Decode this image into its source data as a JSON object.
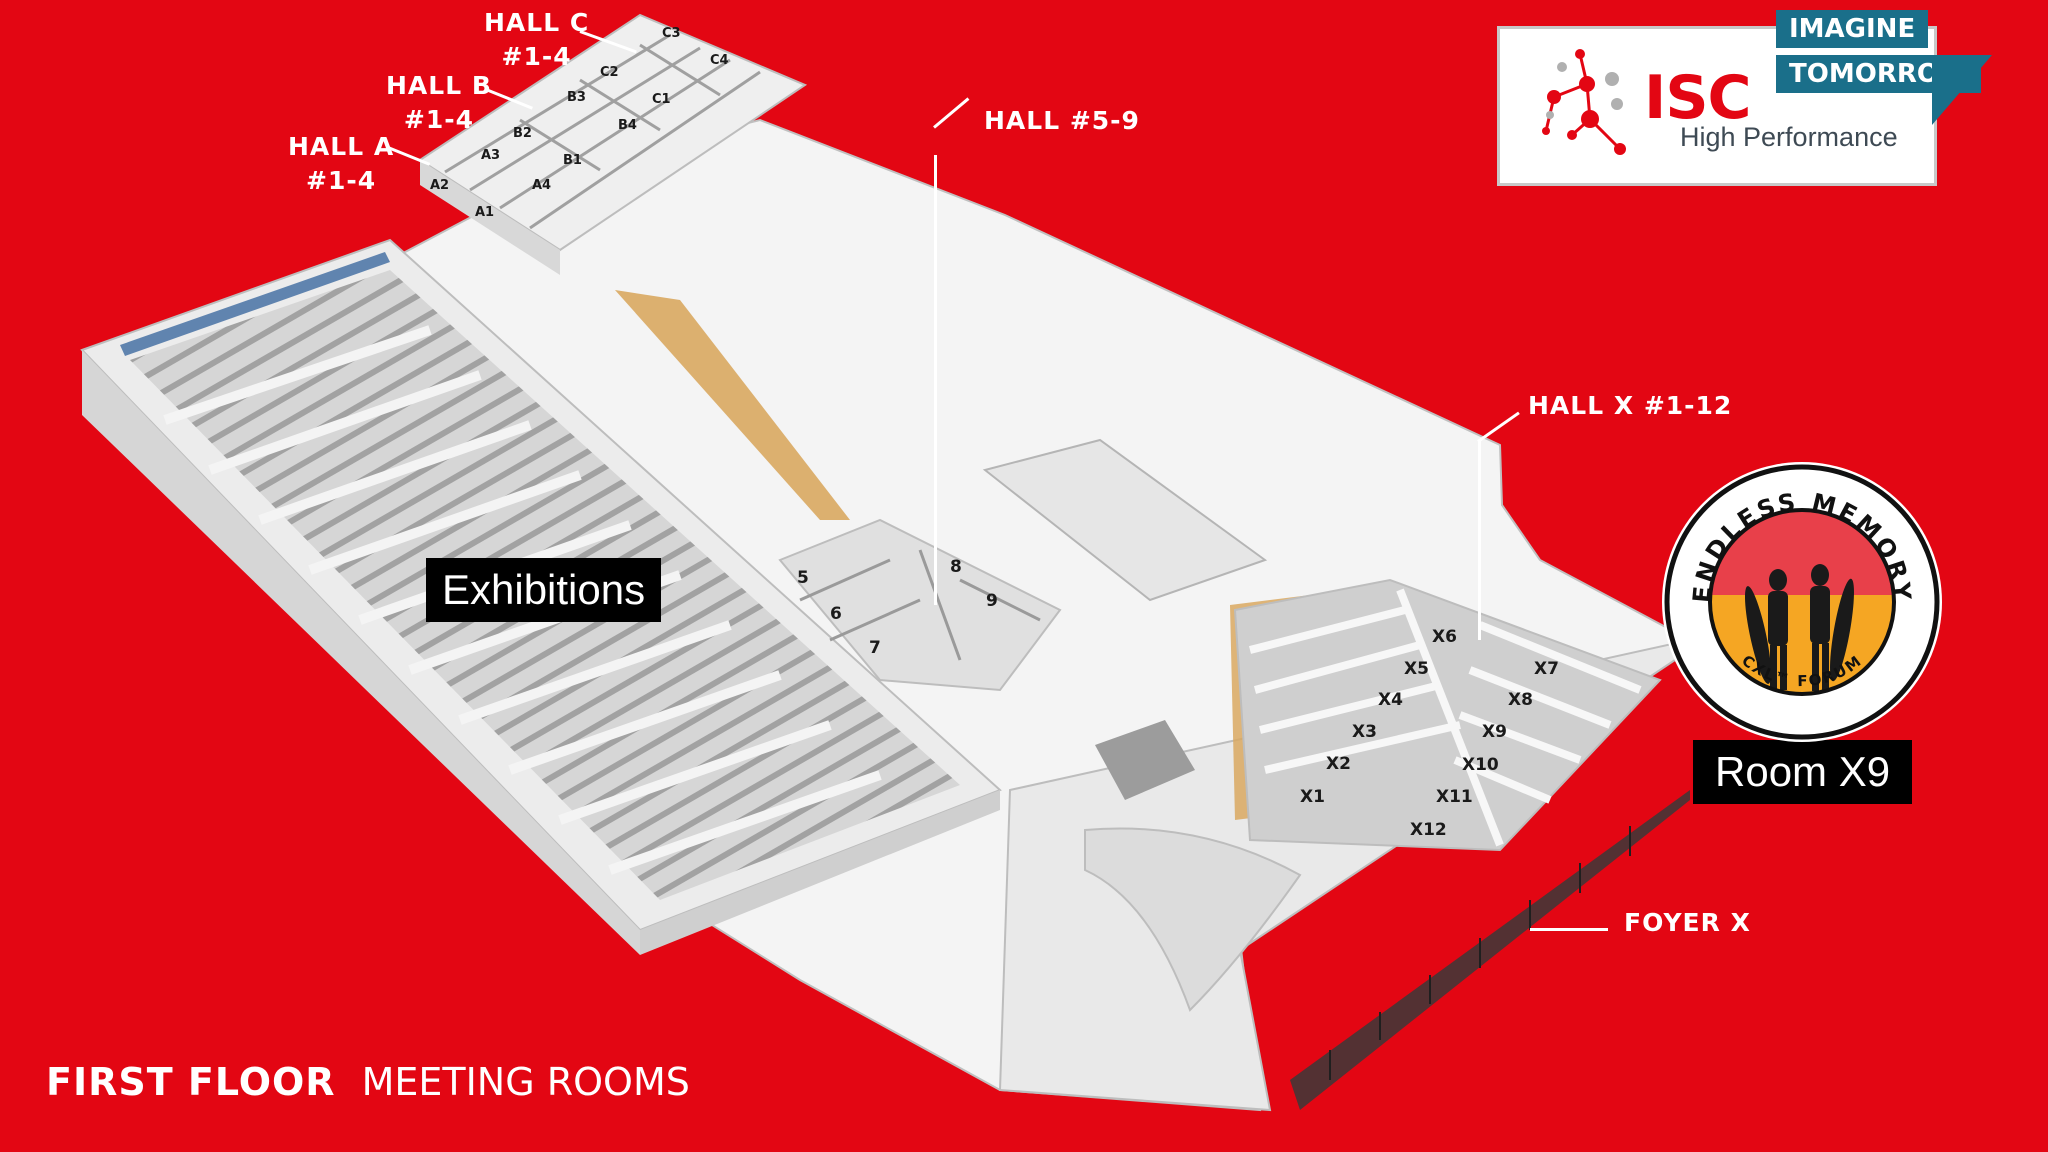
{
  "labels": {
    "hall_c": [
      "HALL C",
      "#1-4"
    ],
    "hall_b": [
      "HALL B",
      "#1-4"
    ],
    "hall_a": [
      "HALL A",
      "#1-4"
    ],
    "hall_5_9": "HALL #5-9",
    "hall_x": "HALL X #1-12",
    "foyer_x": "FOYER X"
  },
  "rooms": {
    "c": [
      "C3",
      "C4",
      "C2",
      "C1"
    ],
    "b": [
      "B3",
      "B4",
      "B2",
      "B1"
    ],
    "a": [
      "A3",
      "A2",
      "A4",
      "A1"
    ],
    "mid": [
      "5",
      "6",
      "7",
      "8",
      "9"
    ],
    "x": [
      "X6",
      "X5",
      "X4",
      "X3",
      "X2",
      "X1",
      "X7",
      "X8",
      "X9",
      "X10",
      "X11",
      "X12"
    ]
  },
  "callouts": {
    "exhibitions": "Exhibitions",
    "room_x9": "Room X9"
  },
  "logo": {
    "tag_top": "IMAGINE",
    "tag_bottom": "TOMORROW",
    "name": "ISC",
    "subtitle": "High Performance"
  },
  "badge": {
    "arc_text": "ENDLESS MEMORY",
    "forum_text": "CXL™ FORUM"
  },
  "footer": {
    "bold": "FIRST FLOOR",
    "light": "MEETING ROOMS"
  },
  "colors": {
    "background": "#e30613",
    "building": "#f2f2f2",
    "wood": "#d9a860",
    "logo_blue": "#1a6f8a",
    "badge_orange": "#f5a623",
    "badge_red": "#e8404a"
  }
}
